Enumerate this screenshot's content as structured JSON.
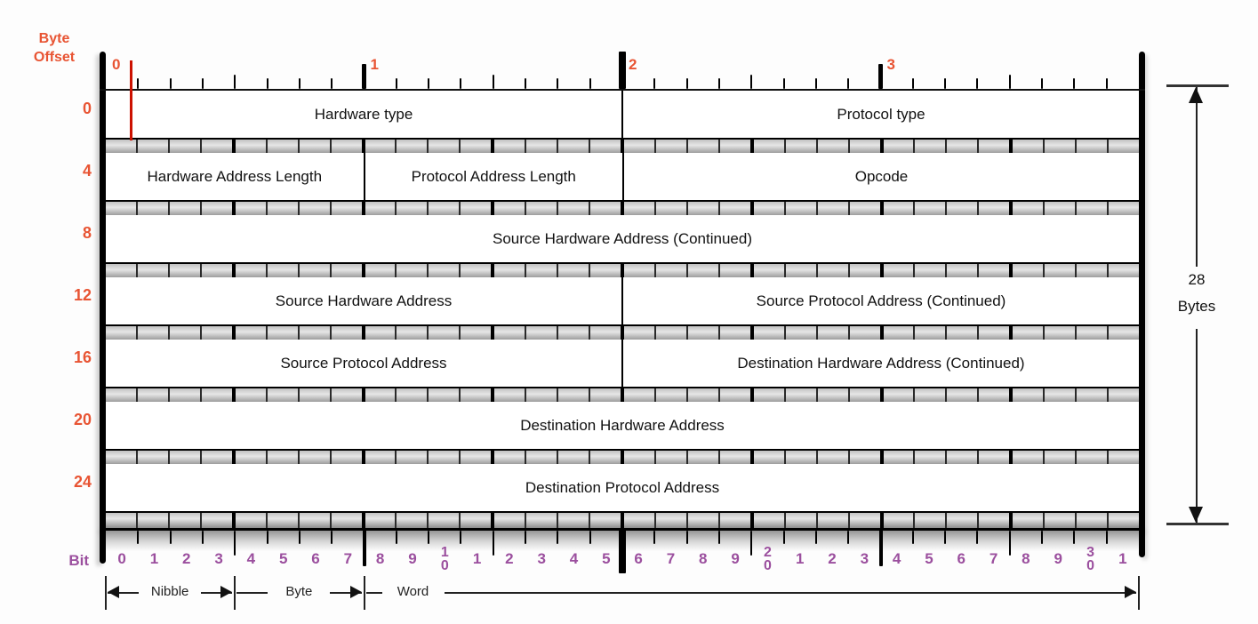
{
  "title": "ARP packet byte-offset diagram",
  "labels": {
    "byte_offset": "Byte Offset",
    "bit": "Bit",
    "size_value": "28",
    "size_unit": "Bytes"
  },
  "colors": {
    "offset_orange": "#E85433",
    "bit_purple": "#9B4F9E",
    "cursor_red": "#CC1100"
  },
  "ruler": {
    "byte_markers": [
      "0",
      "1",
      "2",
      "3"
    ],
    "byte_marker_bits": [
      0,
      8,
      16,
      24
    ]
  },
  "red_marker": {
    "at_bit": 1
  },
  "rows": [
    {
      "offset": "0",
      "fields": [
        {
          "label": "Hardware type",
          "bits": 16
        },
        {
          "label": "Protocol type",
          "bits": 16
        }
      ]
    },
    {
      "offset": "4",
      "fields": [
        {
          "label": "Hardware Address Length",
          "bits": 8
        },
        {
          "label": "Protocol Address Length",
          "bits": 8
        },
        {
          "label": "Opcode",
          "bits": 16
        }
      ]
    },
    {
      "offset": "8",
      "fields": [
        {
          "label": "Source Hardware Address (Continued)",
          "bits": 32
        }
      ]
    },
    {
      "offset": "12",
      "fields": [
        {
          "label": "Source Hardware Address",
          "bits": 16
        },
        {
          "label": "Source Protocol Address (Continued)",
          "bits": 16
        }
      ]
    },
    {
      "offset": "16",
      "fields": [
        {
          "label": "Source Protocol Address",
          "bits": 16
        },
        {
          "label": "Destination Hardware Address (Continued)",
          "bits": 16
        }
      ]
    },
    {
      "offset": "20",
      "fields": [
        {
          "label": "Destination Hardware Address",
          "bits": 32
        }
      ]
    },
    {
      "offset": "24",
      "fields": [
        {
          "label": "Destination Protocol Address",
          "bits": 32
        }
      ]
    }
  ],
  "bits": {
    "numbers": [
      "0",
      "1",
      "2",
      "3",
      "4",
      "5",
      "6",
      "7",
      "8",
      "9",
      "10",
      "1",
      "2",
      "3",
      "4",
      "5",
      "6",
      "7",
      "8",
      "9",
      "20",
      "1",
      "2",
      "3",
      "4",
      "5",
      "6",
      "7",
      "8",
      "9",
      "30",
      "1"
    ]
  },
  "scales": [
    {
      "label": "Nibble",
      "from_bit": 0,
      "to_bit": 4,
      "left_arrow": true,
      "right_arrow": true
    },
    {
      "label": "Byte",
      "from_bit": 4,
      "to_bit": 8,
      "left_arrow": false,
      "right_arrow": true
    },
    {
      "label": "Word",
      "from_bit": 8,
      "to_bit": 32,
      "left_arrow": false,
      "right_arrow": true
    }
  ]
}
